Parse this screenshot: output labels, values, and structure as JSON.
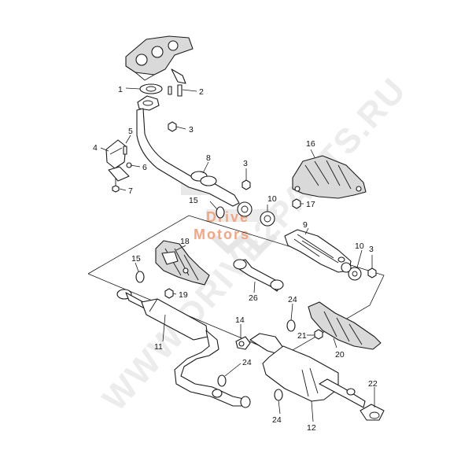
{
  "watermark": {
    "diagonal_text": "WWW.DRIVE2PARTS.RU",
    "logo_line1": "Drive",
    "logo_line2": "Motors",
    "logo_color": "#f4a582",
    "diagonal_color": "#ececec"
  },
  "callouts": {
    "c1": "1",
    "c2": "2",
    "c3a": "3",
    "c3b": "3",
    "c3c": "3",
    "c4": "4",
    "c5": "5",
    "c6": "6",
    "c7": "7",
    "c8": "8",
    "c9": "9",
    "c10a": "10",
    "c10b": "10",
    "c11": "11",
    "c12": "12",
    "c14": "14",
    "c15a": "15",
    "c15b": "15",
    "c16": "16",
    "c17": "17",
    "c18": "18",
    "c19": "19",
    "c20": "20",
    "c21": "21",
    "c22": "22",
    "c24a": "24",
    "c24b": "24",
    "c24c": "24",
    "c26": "26"
  }
}
